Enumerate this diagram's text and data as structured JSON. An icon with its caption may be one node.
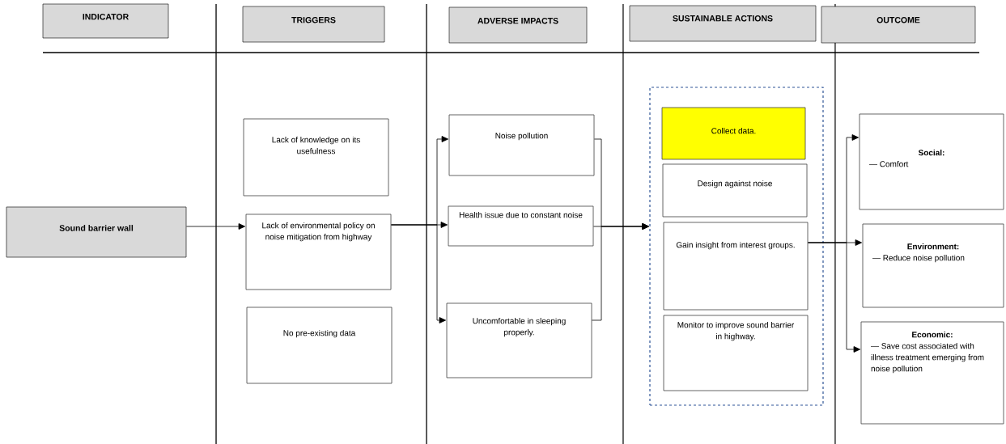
{
  "diagram": {
    "nodes": [
      {
        "text": [
          "INDICATOR"
        ]
      },
      {
        "text": [
          "TRIGGERS"
        ]
      },
      {
        "text": [
          "ADVERSE IMPACTS"
        ]
      },
      {
        "text": [
          "SUSTAINABLE ACTIONS"
        ]
      },
      {
        "text": [
          "OUTCOME"
        ]
      },
      {
        "text": [
          "Sound barrier wall"
        ]
      },
      {
        "text": [
          "Lack of knowledge on its usefulness"
        ]
      },
      {
        "text": [
          "Lack of environmental policy on noise mitigation from highway"
        ]
      },
      {
        "text": [
          "No pre-existing data"
        ]
      },
      {
        "text": [
          "Noise pollution"
        ]
      },
      {
        "text": [
          "Health issue due to constant noise"
        ]
      },
      {
        "text": [
          "Uncomfortable in sleeping properly."
        ]
      },
      {
        "text": [],
        "shape": "box"
      },
      {
        "text": [
          "Collect data."
        ],
        "in": 12
      },
      {
        "text": [
          "Design against noise"
        ],
        "in": 12
      },
      {
        "text": [
          "Gain insight from interest groups."
        ],
        "in": 12
      },
      {
        "text": [
          "Monitor to improve sound barrier in highway."
        ],
        "in": 12
      },
      {
        "text": [
          "Social:",
          "— Comfort"
        ]
      },
      {
        "text": [
          "Environment:",
          "— Reduce noise pollution"
        ]
      },
      {
        "text": [
          "Economic:",
          "— Save cost associated with illness treatment emerging from noise pollution"
        ]
      }
    ],
    "edges": [
      {
        "from": 5,
        "to": 7,
        "arrow": "to"
      },
      {
        "from": 7,
        "to": 9,
        "arrow": "to"
      },
      {
        "from": 7,
        "to": 10,
        "arrow": "to"
      },
      {
        "from": 7,
        "to": 11,
        "arrow": "to"
      },
      {
        "from": 9,
        "to": 12,
        "arrow": "to"
      },
      {
        "from": 10,
        "to": 12,
        "arrow": "to"
      },
      {
        "from": 11,
        "to": 12,
        "arrow": "to"
      },
      {
        "from": 15,
        "to": 17,
        "arrow": "to"
      },
      {
        "from": 15,
        "to": 18,
        "arrow": "to"
      },
      {
        "from": 15,
        "to": 19,
        "arrow": "to"
      }
    ]
  }
}
